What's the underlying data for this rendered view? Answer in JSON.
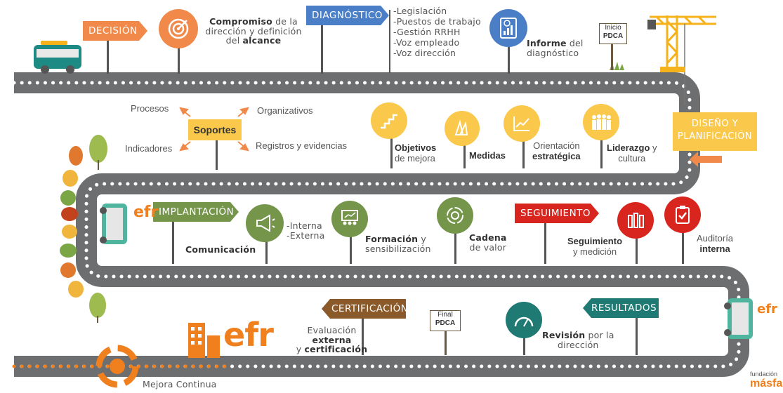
{
  "phases": {
    "decision": {
      "label": "DECISIÓN",
      "color": "#f0894a"
    },
    "diagnostico": {
      "label": "DIAGNÓSTICO",
      "color": "#4a7fc8"
    },
    "diseno_line1": "DISEÑO Y",
    "diseno_line2": "PLANIFICACIÓN",
    "diseno_color": "#fac84a",
    "implantacion": {
      "label": "IMPLANTACIÓN",
      "color": "#74954a"
    },
    "seguimiento": {
      "label": "SEGUIMIENTO",
      "color": "#d8261f"
    },
    "certificacion": {
      "label": "CERTIFICACIÓN",
      "color": "#8a5a2a"
    },
    "resultados": {
      "label": "RESULTADOS",
      "color": "#1f7a74"
    }
  },
  "decision_step": {
    "bold": "Compromiso",
    "text1": " de la",
    "text2": "dirección y definición",
    "text3": "del ",
    "bold2": "alcance"
  },
  "diagnostico_list": [
    "-Legislación",
    "-Puestos de trabajo",
    "-Gestión RRHH",
    "-Voz empleado",
    "-Voz dirección"
  ],
  "informe": {
    "bold": "Informe",
    "text1": " del",
    "text2": "diagnóstico"
  },
  "inicio_pdca": {
    "line1": "Inicio",
    "line2": "PDCA"
  },
  "soportes": {
    "label": "Soportes",
    "procesos": "Procesos",
    "organizativos": "Organizativos",
    "indicadores": "Indicadores",
    "registros": "Registros y evidencias"
  },
  "diseno_steps": {
    "objetivos_bold": "Objetivos",
    "objetivos_text": "de mejora",
    "medidas": "Medidas",
    "orientacion_text": "Orientación",
    "orientacion_bold": "estratégica",
    "liderazgo_bold": "Liderazgo",
    "liderazgo_text1": " y",
    "liderazgo_text2": "cultura"
  },
  "implantacion_steps": {
    "comunicacion": "Comunicación",
    "interna": "-Interna",
    "externa": "-Externa",
    "formacion_bold": "Formación",
    "formacion_text1": " y",
    "formacion_text2": "sensibilización",
    "cadena_bold": "Cadena",
    "cadena_text": "de valor"
  },
  "seguimiento_steps": {
    "seg_bold": "Seguimiento",
    "seg_text": "y medición",
    "aud_text": "Auditoría",
    "aud_bold": "interna"
  },
  "certificacion_step": {
    "text1": "Evaluación ",
    "bold1": "externa",
    "text2": "y ",
    "bold2": "certificación"
  },
  "final_pdca": {
    "line1": "Final",
    "line2": "PDCA"
  },
  "revision": {
    "bold": "Revisión",
    "text1": " por la",
    "text2": "dirección"
  },
  "efr_label": "efr",
  "mejora": "Mejora Continua",
  "foundation": {
    "line1": "fundación",
    "line2": "másfa"
  },
  "road_color": "#6d6e70"
}
